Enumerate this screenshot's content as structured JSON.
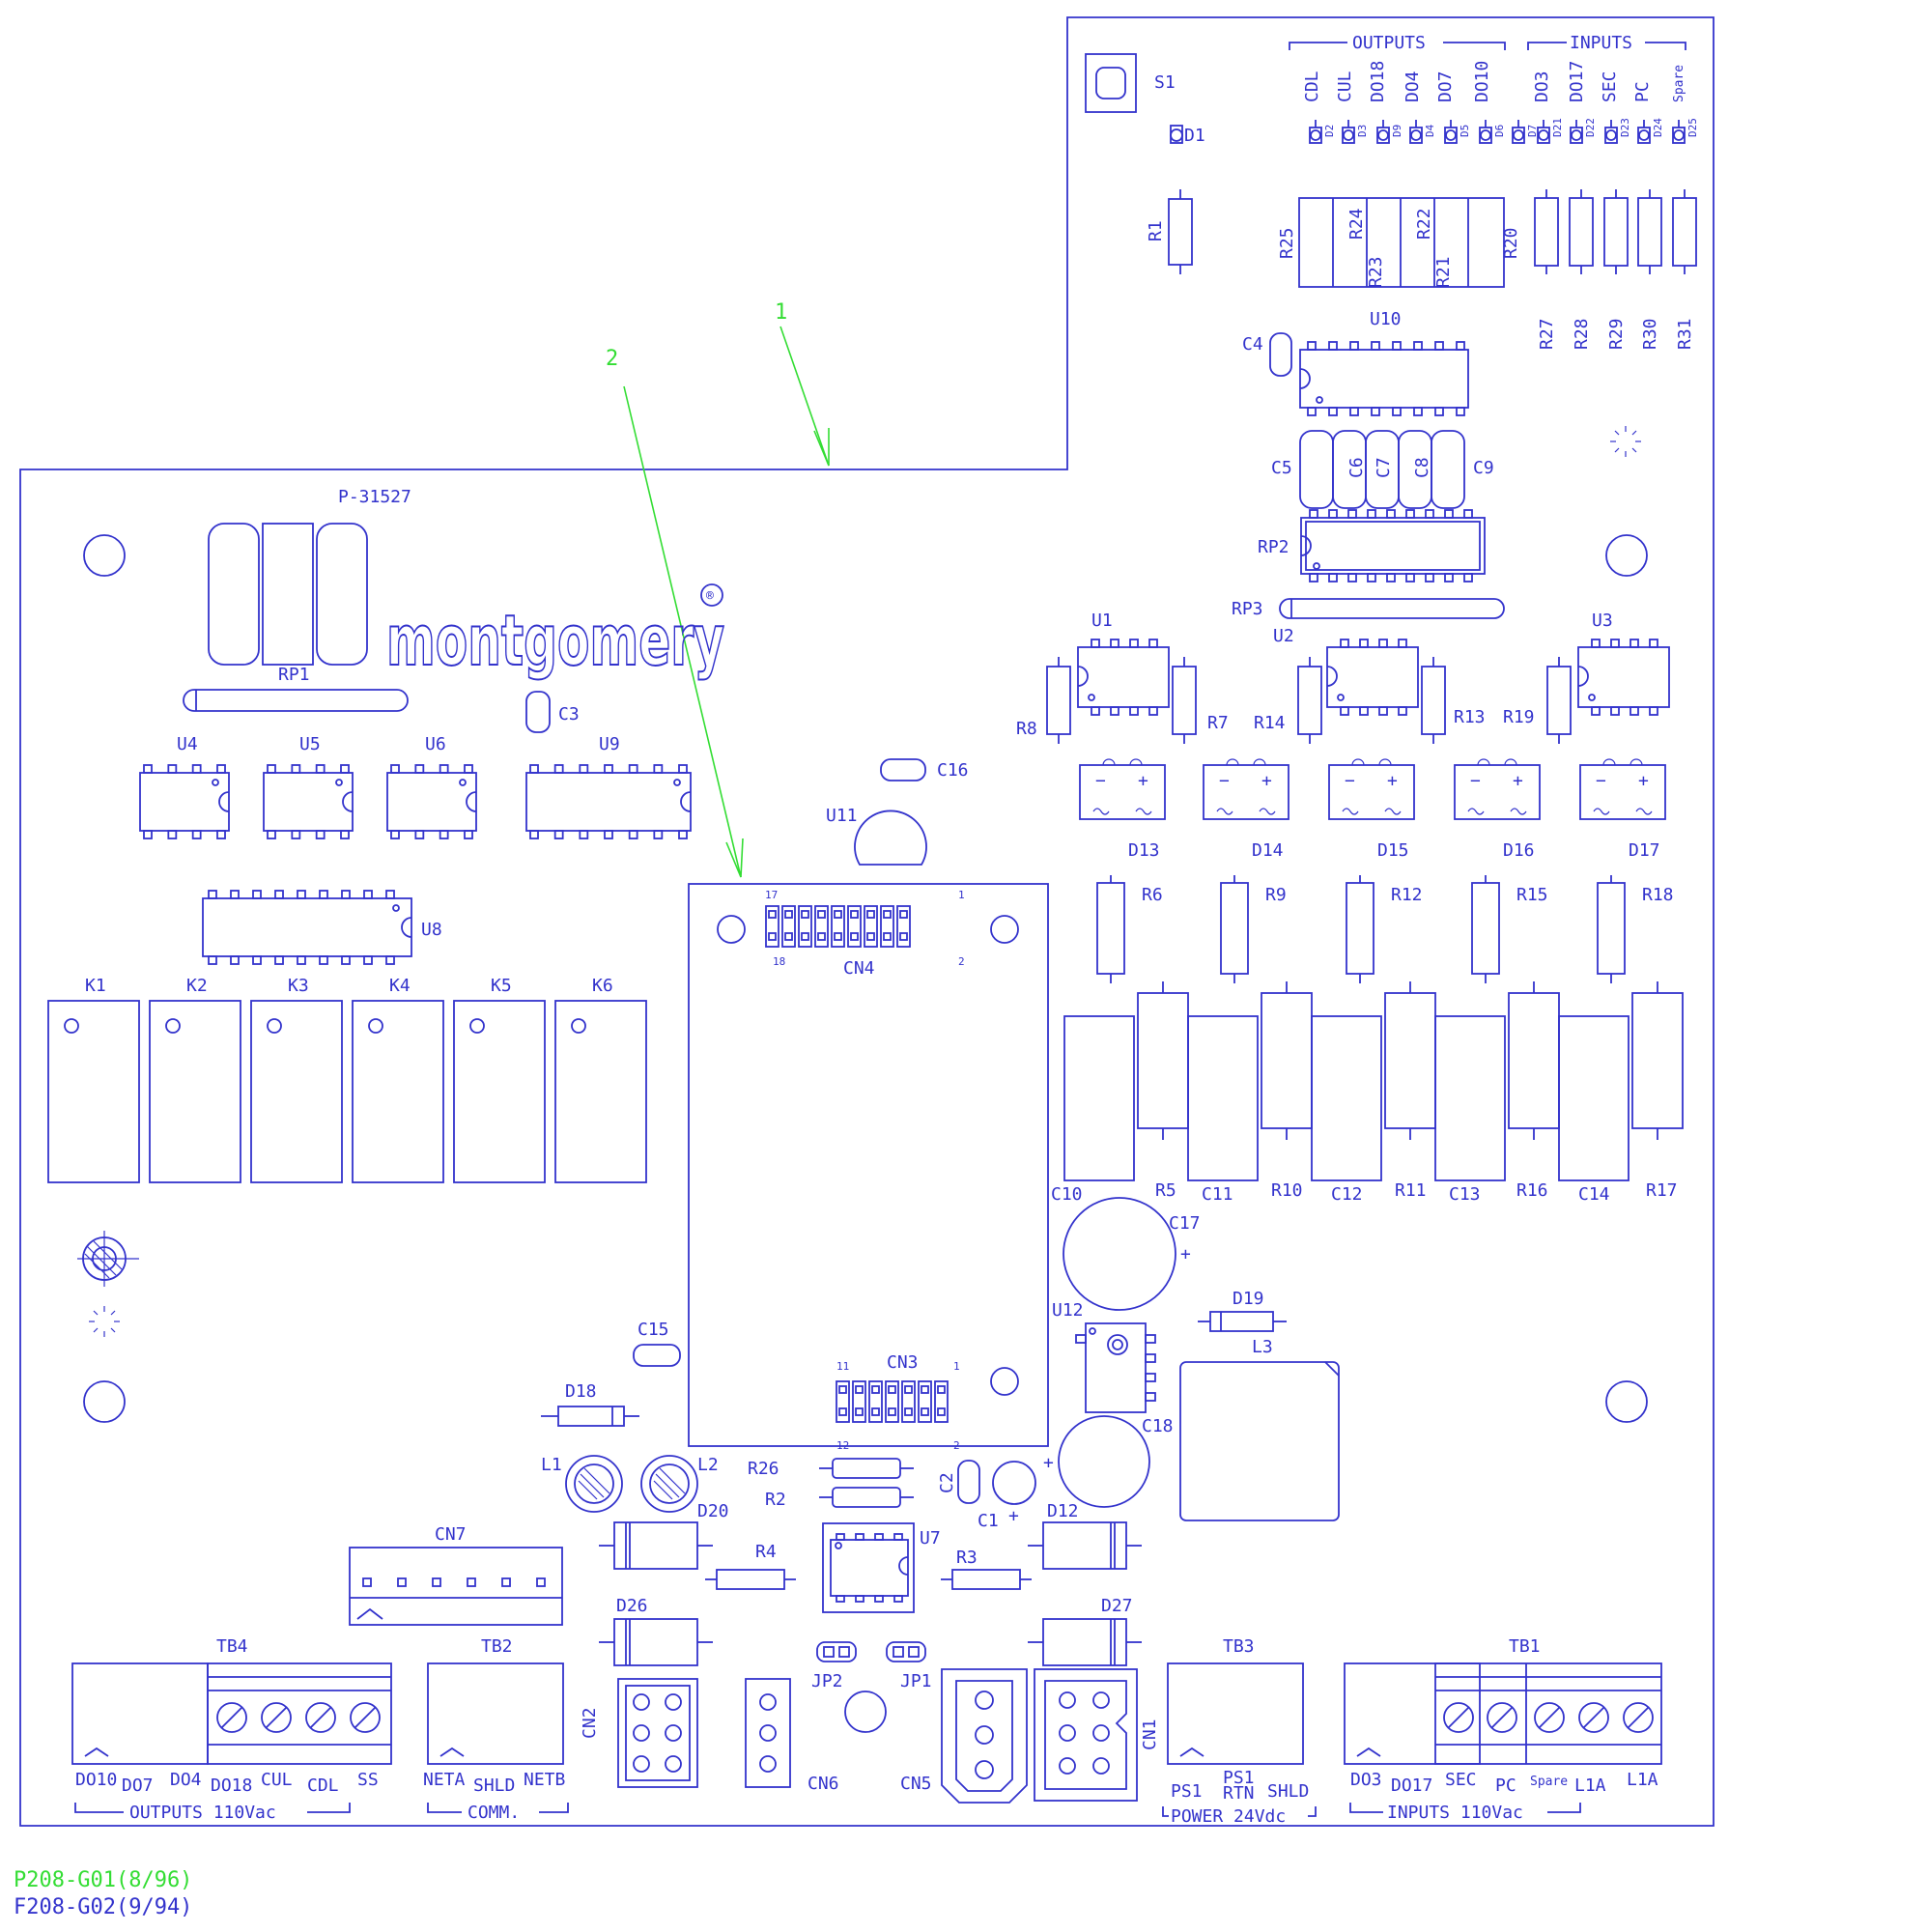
{
  "board": {
    "part_number": "P-31527",
    "brand": "montgomery",
    "registered_mark": "®"
  },
  "callouts": [
    "1",
    "2"
  ],
  "headers": {
    "outputs": "OUTPUTS",
    "inputs": "INPUTS"
  },
  "output_leds": [
    "CDL",
    "CUL",
    "DO18",
    "DO4",
    "DO7",
    "DO10"
  ],
  "input_leds": [
    "DO3",
    "DO17",
    "SEC",
    "PC",
    "Spare"
  ],
  "output_diode_refs": [
    "D2",
    "D3",
    "D9",
    "D4",
    "D5",
    "D6",
    "D7"
  ],
  "input_diode_refs": [
    "D21",
    "D22",
    "D23",
    "D24",
    "D25"
  ],
  "components": {
    "switch": "S1",
    "d1": "D1",
    "r1": "R1",
    "resistor_network": [
      "R25",
      "R24",
      "R23",
      "R22",
      "R21",
      "R20"
    ],
    "input_resistors": [
      "R27",
      "R28",
      "R29",
      "R30",
      "R31"
    ],
    "u10": "U10",
    "caps_top": [
      "C4",
      "C5",
      "C6",
      "C7",
      "C8",
      "C9"
    ],
    "rp2": "RP2",
    "rp3": "RP3",
    "rp1": "RP1",
    "c3": "C3",
    "ics_left": [
      "U4",
      "U5",
      "U6",
      "U9"
    ],
    "u8": "U8",
    "relays": [
      "K1",
      "K2",
      "K3",
      "K4",
      "K5",
      "K6"
    ],
    "opto": [
      "U1",
      "U2",
      "U3"
    ],
    "opto_resistors": [
      "R8",
      "R7",
      "R14",
      "R13",
      "R19"
    ],
    "bridge_diodes": [
      "D13",
      "D14",
      "D15",
      "D16",
      "D17"
    ],
    "bridge_resistors": [
      "R6",
      "R9",
      "R12",
      "R15",
      "R18"
    ],
    "c16": "C16",
    "u11": "U11",
    "cn4": {
      "name": "CN4",
      "pins": [
        "17",
        "18",
        "1",
        "2"
      ]
    },
    "cn3": {
      "name": "CN3",
      "pins": [
        "11",
        "12",
        "1",
        "2"
      ]
    },
    "snubber_caps": [
      "C10",
      "C11",
      "C12",
      "C13",
      "C14"
    ],
    "snubber_resistors": [
      "R5",
      "R10",
      "R11",
      "R16",
      "R17"
    ],
    "c17": "C17",
    "u12": "U12",
    "d19": "D19",
    "l3": "L3",
    "c15": "C15",
    "d18": "D18",
    "c18": "C18",
    "l1": "L1",
    "l2": "L2",
    "r26": "R26",
    "r2": "R2",
    "c2": "C2",
    "c1": "C1",
    "d12": "D12",
    "d20": "D20",
    "r4": "R4",
    "u7": "U7",
    "r3": "R3",
    "cn7": "CN7",
    "d26": "D26",
    "d27": "D27",
    "jp2": "JP2",
    "jp1": "JP1",
    "cn2": "CN2",
    "cn6": "CN6",
    "cn5": "CN5",
    "cn1": "CN1",
    "plus": "+",
    "minus": "−"
  },
  "terminal_blocks": {
    "tb4": {
      "name": "TB4",
      "pins": [
        "DO10",
        "DO7",
        "DO4",
        "DO18",
        "CUL",
        "CDL",
        "SS"
      ],
      "group": "OUTPUTS 110Vac"
    },
    "tb2": {
      "name": "TB2",
      "pins": [
        "NETA",
        "SHLD",
        "NETB"
      ],
      "group": "COMM."
    },
    "tb3": {
      "name": "TB3",
      "pins": [
        "PS1",
        "PS1",
        "RTN",
        "SHLD"
      ],
      "group": "POWER 24Vdc"
    },
    "tb1": {
      "name": "TB1",
      "pins": [
        "DO3",
        "DO17",
        "SEC",
        "PC",
        "Spare",
        "L1A",
        "L1A"
      ],
      "group": "INPUTS 110Vac"
    }
  },
  "footer": {
    "line1": "P208-G01(8/96)",
    "line2": "F208-G02(9/94)"
  },
  "colors": {
    "outline": "#3333cc",
    "callout": "#33dd33",
    "background": "#ffffff"
  }
}
